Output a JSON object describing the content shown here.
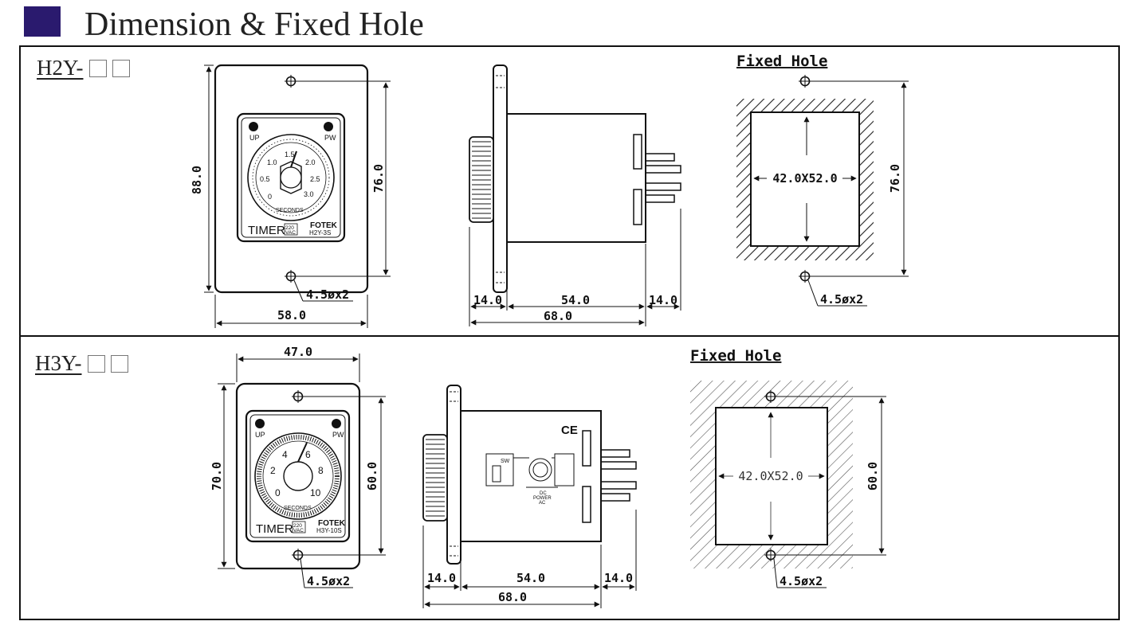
{
  "header": {
    "title": "Dimension & Fixed Hole",
    "color": "#2a1a6e"
  },
  "row1": {
    "model_label": "H2Y-",
    "front": {
      "height": "88.0",
      "inner_height": "76.0",
      "width": "58.0",
      "screw": "4.5øx2",
      "face": {
        "up": "UP",
        "pw": "PW",
        "timer": "TIMER",
        "model": "H2Y-3S",
        "brand": "FOTEK",
        "volt1": "220",
        "volt2": "VAC",
        "scale": [
          "0",
          "0.5",
          "1.0",
          "1.5",
          "2.0",
          "2.5",
          "3.0"
        ],
        "unit": "SECONDS"
      }
    },
    "side": {
      "front": "14.0",
      "body": "54.0",
      "rear": "14.0",
      "total": "68.0"
    },
    "hole": {
      "title": "Fixed Hole",
      "size": "42.0X52.0",
      "height": "76.0",
      "screw": "4.5øx2"
    }
  },
  "row2": {
    "model_label": "H3Y-",
    "front": {
      "width": "47.0",
      "height": "70.0",
      "inner_height": "60.0",
      "screw": "4.5øx2",
      "face": {
        "up": "UP",
        "pw": "PW",
        "timer": "TIMER",
        "model": "H3Y-10S",
        "brand": "FOTEK",
        "volt1": "220",
        "volt2": "VAC",
        "scale": [
          "0",
          "2",
          "4",
          "6",
          "8",
          "10"
        ],
        "unit": "SECONDS"
      }
    },
    "side": {
      "front": "14.0",
      "body": "54.0",
      "rear": "14.0",
      "total": "68.0",
      "ce": "CE",
      "sw": "SW",
      "dc": "DC",
      "power": "POWER",
      "ac": "AC"
    },
    "hole": {
      "title": "Fixed Hole",
      "size": "42.0X52.0",
      "height": "60.0",
      "screw": "4.5øx2"
    }
  }
}
